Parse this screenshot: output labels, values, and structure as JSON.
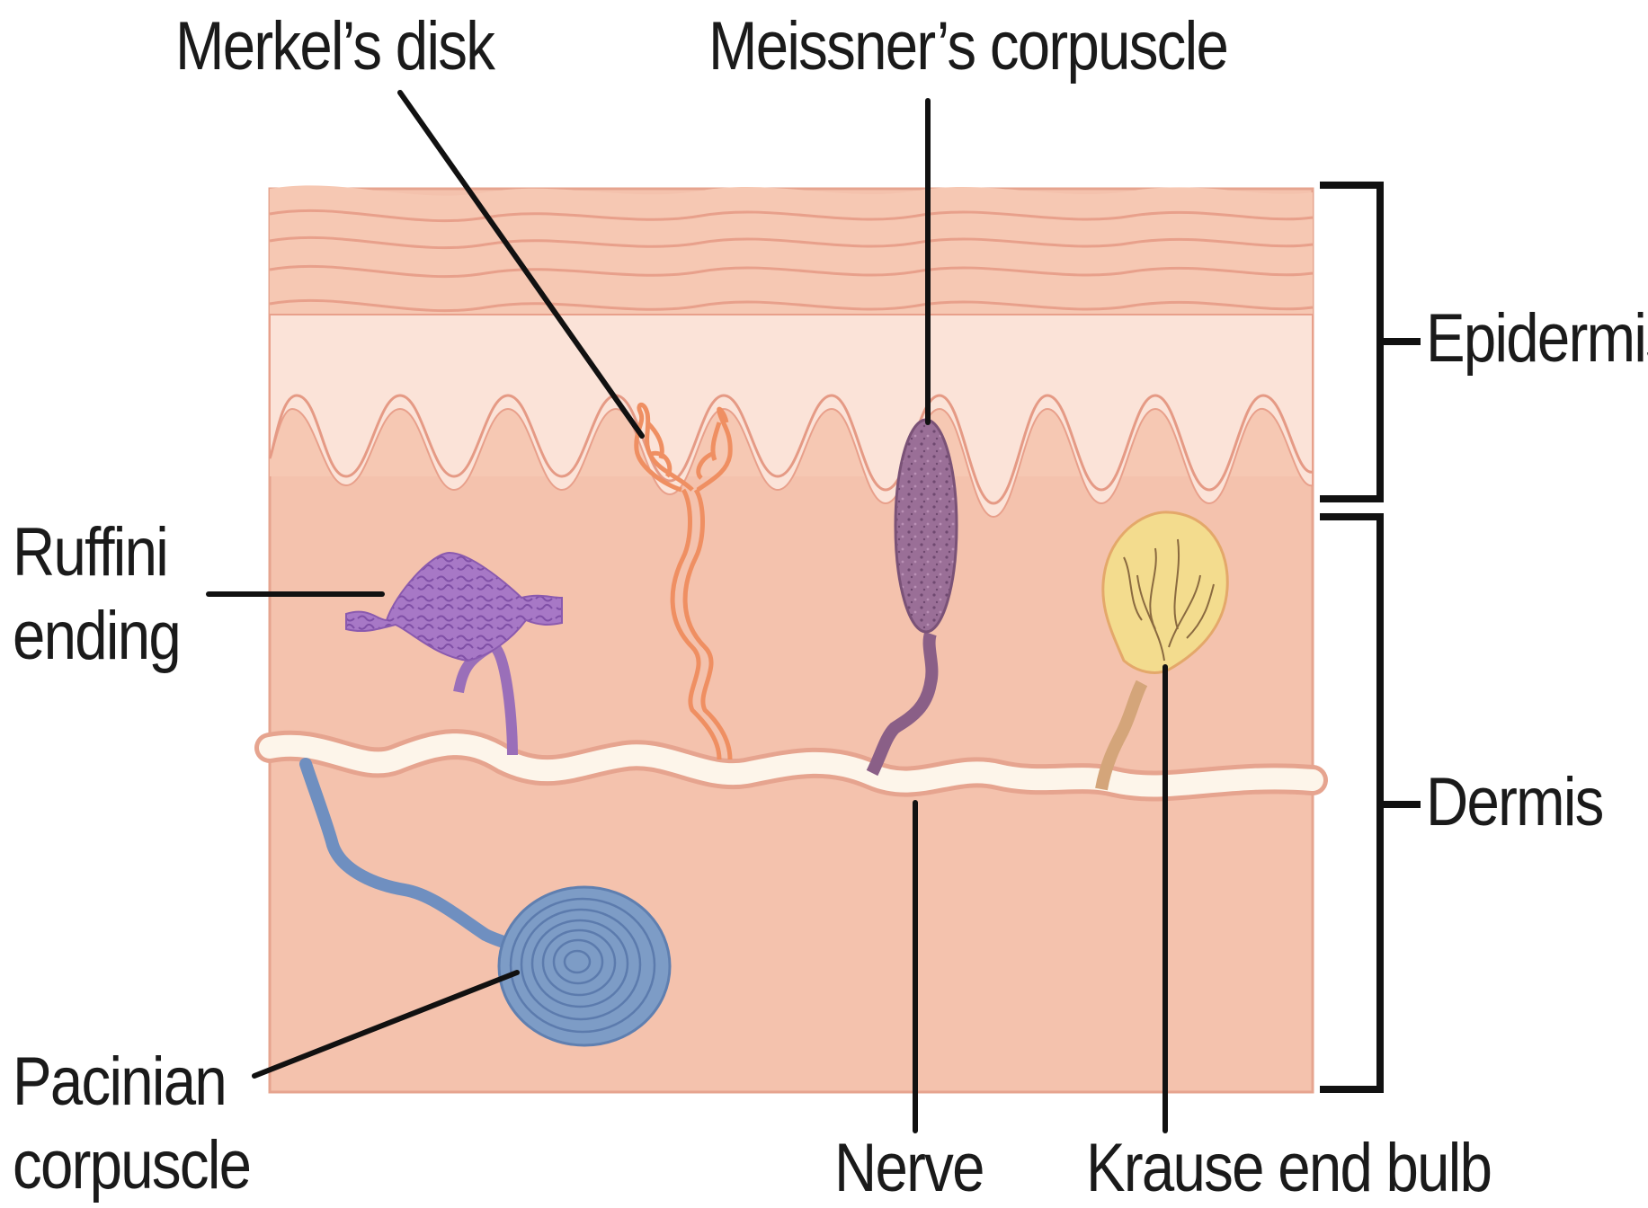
{
  "figure": {
    "palette": {
      "dermis": "#f4c2ad",
      "epidermis_outer": "#f6c8b3",
      "epidermis_inner": "#fbe3d8",
      "ridge_line": "#e8a08b",
      "nerve": "#fdf5ea",
      "ruffini": "#a778c6",
      "merkel": "#ef8f62",
      "meissner": "#9a6f97",
      "krause": "#f3dc8e",
      "pacinian": "#7d9cc6",
      "leader_line": "#111111"
    },
    "labels": {
      "merkels_disk": "Merkel’s disk",
      "meissners_corpuscle": "Meissner’s corpuscle",
      "epidermis": "Epidermis",
      "ruffini_ending": "Ruffini\nending",
      "dermis": "Dermis",
      "pacinian_corpuscle": "Pacinian\ncorpuscle",
      "nerve": "Nerve",
      "krause_end_bulb": "Krause end bulb"
    }
  }
}
